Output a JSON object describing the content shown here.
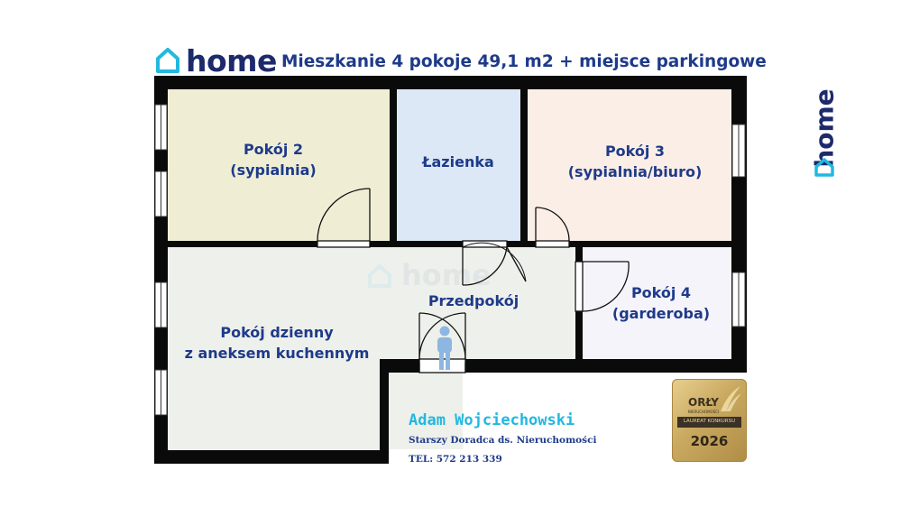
{
  "header": {
    "logo_text": "home",
    "title": "Mieszkanie 4 pokoje 49,1 m2 + miejsce parkingowe"
  },
  "side_logo": {
    "logo_text": "home"
  },
  "watermark": {
    "logo_text": "home"
  },
  "rooms": {
    "pokoj2": {
      "line1": "Pokój 2",
      "line2": "(sypialnia)"
    },
    "lazienka": {
      "line1": "Łazienka"
    },
    "pokoj3": {
      "line1": "Pokój 3",
      "line2": "(sypialnia/biuro)"
    },
    "pokoj4": {
      "line1": "Pokój 4",
      "line2": "(garderoba)"
    },
    "przedpokoj": {
      "line1": "Przedpokój"
    },
    "dzienny": {
      "line1": "Pokój dzienny",
      "line2": "z aneksem kuchennym"
    }
  },
  "agent": {
    "name": "Adam Wojciechowski",
    "role": "Starszy Doradca ds. Nieruchomości",
    "tel": "TEL: 572 213 339"
  },
  "badge": {
    "title": "ORŁY",
    "subtitle": "NIERUCHOMOŚCI",
    "laureat": "LAUREAT KONKURSU",
    "year": "2026"
  },
  "colors": {
    "brand_navy": "#1d2a6b",
    "brand_cyan": "#22b8e0",
    "room_yellow": "#efeed5",
    "room_blue": "#dde8f6",
    "room_peach": "#fbeee6",
    "room_lavender": "#f5f4fa",
    "room_grey": "#eef0eb",
    "wall": "#0a0a0a"
  }
}
